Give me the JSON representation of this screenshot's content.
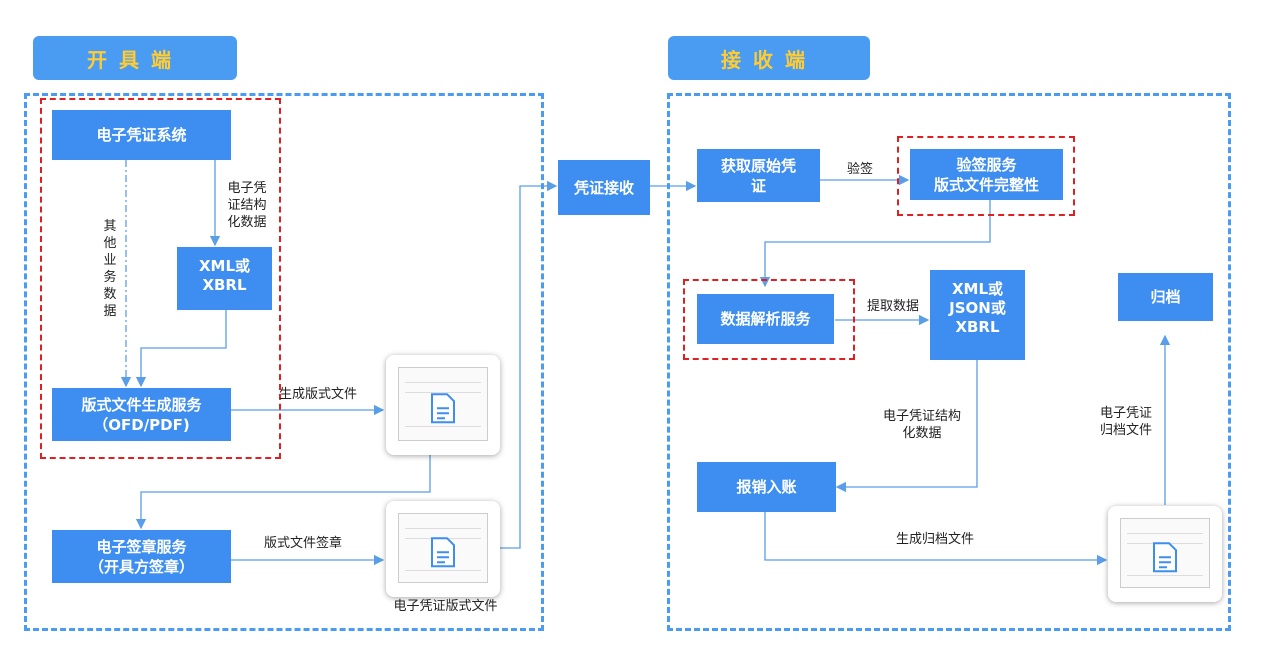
{
  "headers": {
    "issuer": "开具端",
    "receiver": "接收端"
  },
  "boxes": {
    "voucher_system": "电子凭证系统",
    "format_gen": "版式文件生成服务\n（OFD/PDF)",
    "signature": "电子签章服务\n（开具方签章）",
    "receive": "凭证接收",
    "get_original": "获取原始凭\n证",
    "verify": "验签服务\n版式文件完整性",
    "parse": "数据解析服务",
    "reimburse": "报销入账",
    "archive": "归档"
  },
  "docs": {
    "xml_xbrl": "XML或\nXBRL",
    "xml_json_xbrl": "XML或\nJSON或\nXBRL"
  },
  "labels": {
    "structured_data": "电子凭\n证结构\n化数据",
    "other_data": "其\n他\n业\n务\n数\n据",
    "gen_format_file": "生成版式文件",
    "format_sign": "版式文件签章",
    "voucher_format_file": "电子凭证版式文件",
    "verify_sign": "验签",
    "extract_data": "提取数据",
    "structured_data_2": "电子凭证结构\n化数据",
    "gen_archive_file": "生成归档文件",
    "archive_file": "电子凭证\n归档文件"
  },
  "colors": {
    "blue": "#3d8ef0",
    "header_text": "#ffcc33",
    "red_dash": "#e02020",
    "line": "#5a9ee8"
  }
}
